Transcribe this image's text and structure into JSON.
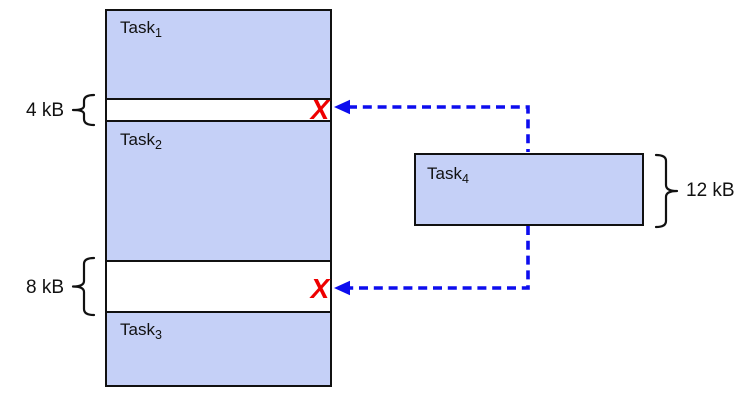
{
  "diagram": {
    "memory_column": {
      "blocks": [
        {
          "label": "Task",
          "subscript": "1"
        },
        {
          "label": "Task",
          "subscript": "2"
        },
        {
          "label": "Task",
          "subscript": "3"
        }
      ],
      "free_gaps": [
        {
          "size": "4 kB",
          "mark": "X"
        },
        {
          "size": "8 kB",
          "mark": "X"
        }
      ]
    },
    "incoming_task": {
      "label": "Task",
      "subscript": "4",
      "size": "12 kB"
    },
    "colors": {
      "task_fill": "#c5d0f7",
      "free_fill": "#ffffff",
      "arrow_blue": "#0d0dee",
      "reject_red": "#ee0000",
      "outline": "#111111"
    }
  }
}
